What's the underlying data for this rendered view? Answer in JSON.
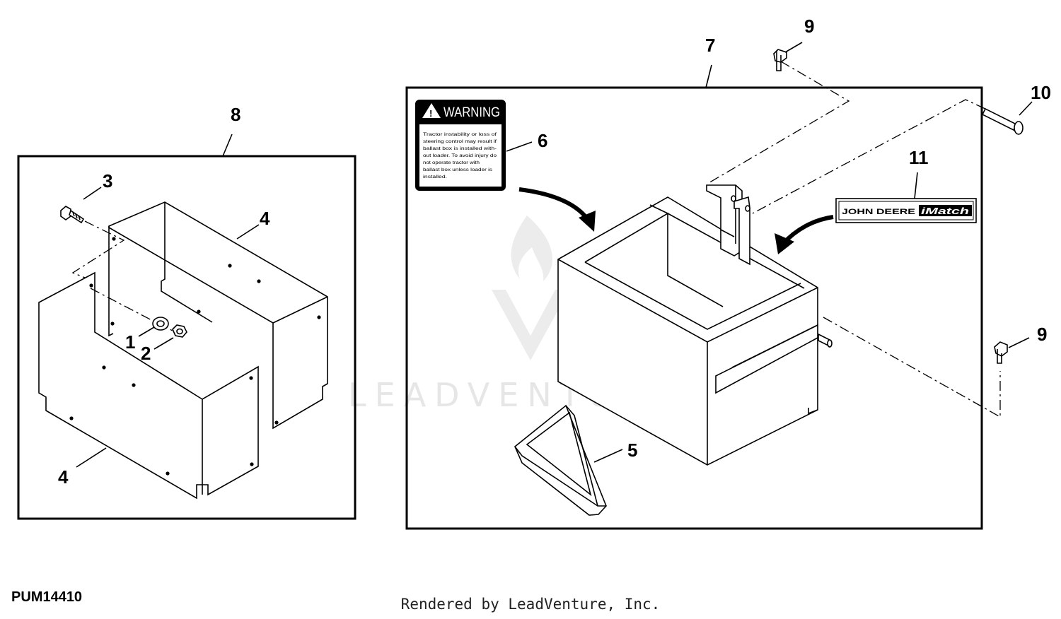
{
  "figure_id": "PUM14410",
  "credit": "Rendered by LeadVenture, Inc.",
  "watermark": "LEADVENTURE",
  "warning_decal": {
    "heading": "WARNING",
    "lines": [
      "Tractor instability or loss of",
      "steering control may result if",
      "ballast box is installed with-",
      "out loader. To avoid injury do",
      "not operate tractor with",
      "ballast box unless loader is",
      "installed."
    ]
  },
  "logo_decal": {
    "brand": "JOHN DEERE",
    "model": "iMatch"
  },
  "callouts": {
    "c1": "1",
    "c2": "2",
    "c3": "3",
    "c4a": "4",
    "c4b": "4",
    "c5": "5",
    "c6": "6",
    "c7": "7",
    "c8": "8",
    "c9a": "9",
    "c9b": "9",
    "c10": "10",
    "c11": "11"
  },
  "colors": {
    "line": "#000000",
    "watermark": "#e6e6e6"
  }
}
